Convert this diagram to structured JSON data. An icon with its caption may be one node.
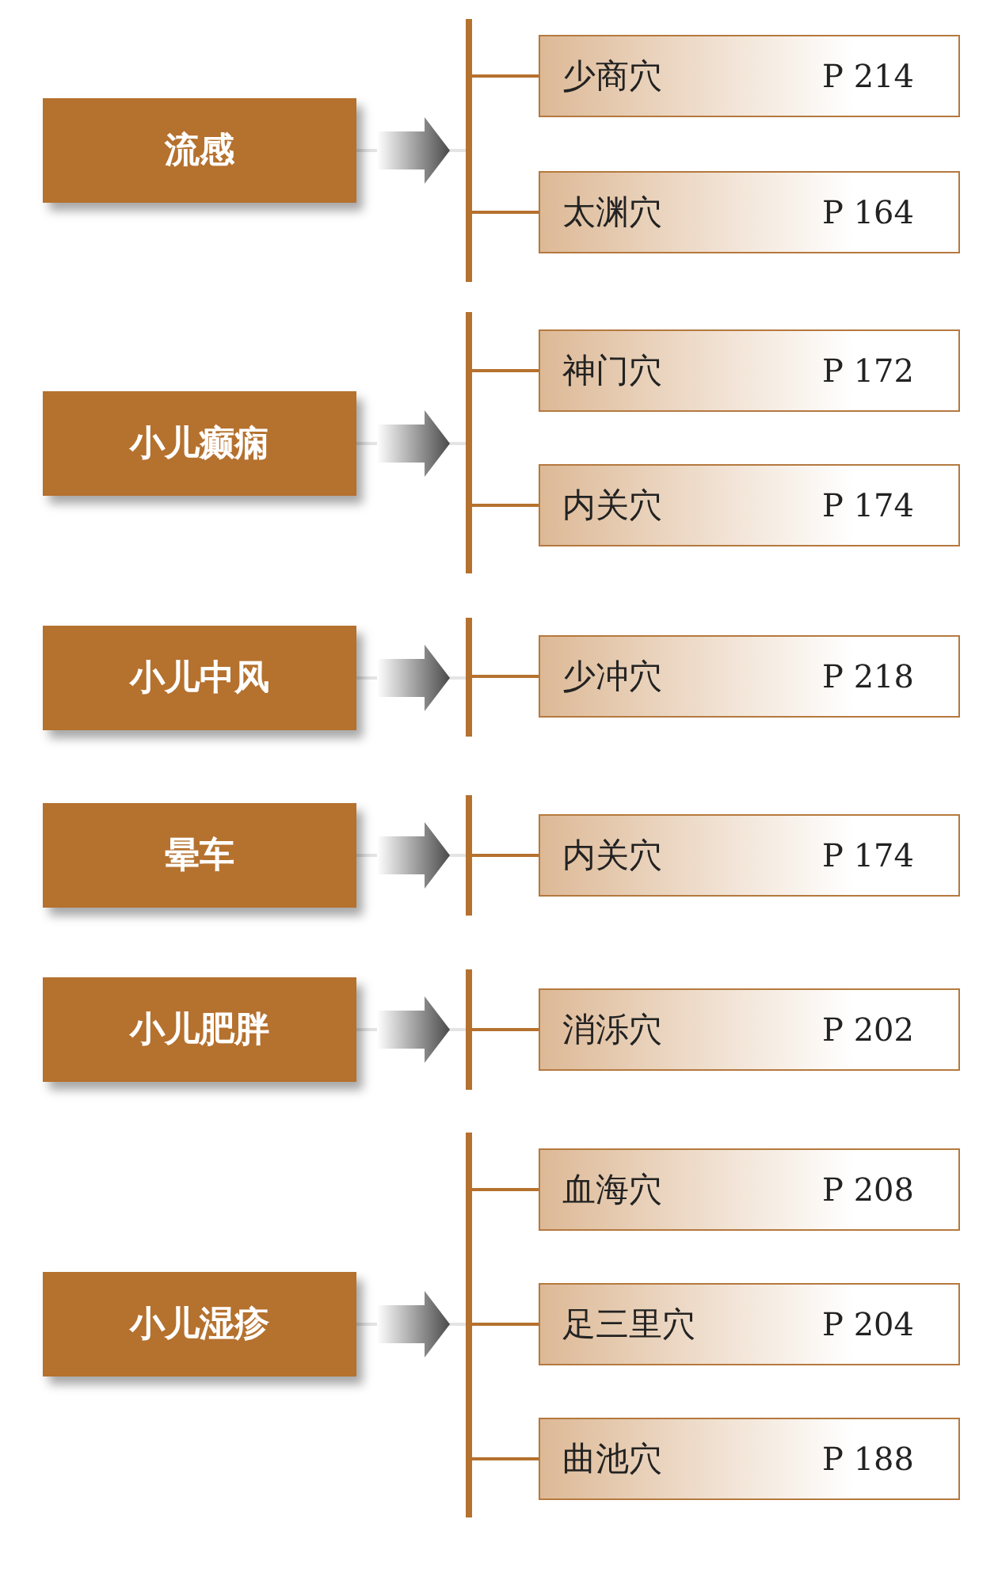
{
  "diagram": {
    "nodes": [
      {
        "text": [
          "流感"
        ]
      },
      {
        "text": [],
        "shape": "bar"
      },
      {
        "text": [
          "少商穴",
          "P 214"
        ]
      },
      {
        "text": [
          "太渊穴",
          "P 164"
        ]
      },
      {
        "text": [
          "小儿癫痫"
        ]
      },
      {
        "text": [],
        "shape": "bar"
      },
      {
        "text": [
          "神门穴",
          "P 172"
        ]
      },
      {
        "text": [
          "内关穴",
          "P 174"
        ]
      },
      {
        "text": [
          "小儿中风"
        ]
      },
      {
        "text": [],
        "shape": "bar"
      },
      {
        "text": [
          "少冲穴",
          "P 218"
        ]
      },
      {
        "text": [
          "晕车"
        ]
      },
      {
        "text": [],
        "shape": "bar"
      },
      {
        "text": [
          "内关穴",
          "P 174"
        ]
      },
      {
        "text": [
          "小儿肥胖"
        ]
      },
      {
        "text": [],
        "shape": "bar"
      },
      {
        "text": [
          "消泺穴",
          "P 202"
        ]
      },
      {
        "text": [
          "小儿湿疹"
        ]
      },
      {
        "text": [],
        "shape": "bar"
      },
      {
        "text": [
          "血海穴",
          "P 208"
        ]
      },
      {
        "text": [
          "足三里穴",
          "P 204"
        ]
      },
      {
        "text": [
          "曲池穴",
          "P 188"
        ]
      }
    ],
    "edges": [
      {
        "from": 0,
        "to": 1,
        "arrow": "to",
        "color": "#e4e4e4"
      },
      {
        "from": 1,
        "to": 2,
        "arrow": "none"
      },
      {
        "from": 1,
        "to": 3,
        "arrow": "none"
      },
      {
        "from": 4,
        "to": 5,
        "arrow": "to",
        "color": "#e4e4e4"
      },
      {
        "from": 5,
        "to": 6,
        "arrow": "none"
      },
      {
        "from": 5,
        "to": 7,
        "arrow": "none"
      },
      {
        "from": 8,
        "to": 9,
        "arrow": "to",
        "color": "#e4e4e4"
      },
      {
        "from": 9,
        "to": 10,
        "arrow": "none"
      },
      {
        "from": 11,
        "to": 12,
        "arrow": "to",
        "color": "#e4e4e4"
      },
      {
        "from": 12,
        "to": 13,
        "arrow": "none"
      },
      {
        "from": 14,
        "to": 15,
        "arrow": "to",
        "color": "#e4e4e4"
      },
      {
        "from": 15,
        "to": 16,
        "arrow": "none"
      },
      {
        "from": 17,
        "to": 18,
        "arrow": "to",
        "color": "#e4e4e4"
      },
      {
        "from": 18,
        "to": 19,
        "arrow": "none"
      },
      {
        "from": 18,
        "to": 20,
        "arrow": "none"
      },
      {
        "from": 18,
        "to": 21,
        "arrow": "none"
      }
    ]
  }
}
